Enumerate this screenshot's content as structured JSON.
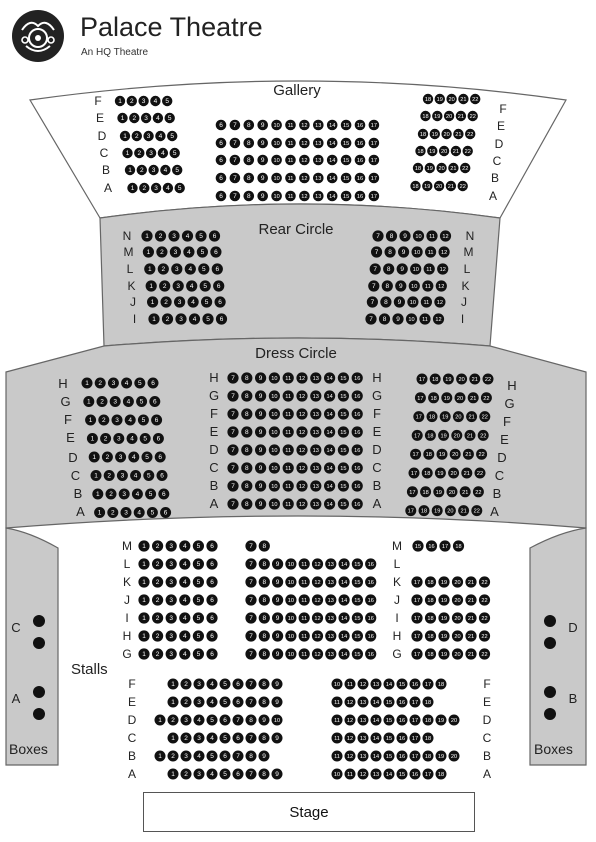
{
  "header": {
    "title": "Palace Theatre",
    "subtitle": "An HQ Theatre",
    "logo_icon": "palace-crest-icon"
  },
  "colors": {
    "gray_area": "#c9c9c9",
    "seat": "#111111",
    "seat_text": "#ffffff",
    "outline": "#666666"
  },
  "sections": {
    "gallery": "Gallery",
    "rear_circle": "Rear Circle",
    "dress_circle": "Dress Circle",
    "stalls": "Stalls",
    "boxes_left": "Boxes",
    "boxes_right": "Boxes",
    "stage": "Stage"
  },
  "boxes": {
    "left": [
      "C",
      "A"
    ],
    "right": [
      "D",
      "B"
    ]
  },
  "seating": {
    "gallery": {
      "left": {
        "A": [
          "1",
          "2",
          "3",
          "4",
          "5"
        ],
        "B": [
          "1",
          "2",
          "3",
          "4",
          "5"
        ],
        "C": [
          "1",
          "2",
          "3",
          "4",
          "5"
        ],
        "D": [
          "1",
          "2",
          "3",
          "4",
          "5"
        ],
        "E": [
          "1",
          "2",
          "3",
          "4",
          "5"
        ],
        "F": [
          "1",
          "2",
          "3",
          "4",
          "5"
        ]
      },
      "center": {
        "A": [
          "6",
          "7",
          "8",
          "9",
          "10",
          "11",
          "12",
          "13",
          "14",
          "15",
          "16",
          "17"
        ],
        "B": [
          "6",
          "7",
          "8",
          "9",
          "10",
          "11",
          "12",
          "13",
          "14",
          "15",
          "16",
          "17"
        ],
        "C": [
          "6",
          "7",
          "8",
          "9",
          "10",
          "11",
          "12",
          "13",
          "14",
          "15",
          "16",
          "17"
        ],
        "D": [
          "6",
          "7",
          "8",
          "9",
          "10",
          "11",
          "12",
          "13",
          "14",
          "15",
          "16",
          "17"
        ],
        "E": [
          "6",
          "7",
          "8",
          "9",
          "10",
          "11",
          "12",
          "13",
          "14",
          "15",
          "16",
          "17"
        ]
      },
      "right": {
        "A": [
          "18",
          "19",
          "20",
          "21",
          "22"
        ],
        "B": [
          "18",
          "19",
          "20",
          "21",
          "22"
        ],
        "C": [
          "18",
          "19",
          "20",
          "21",
          "22"
        ],
        "D": [
          "18",
          "19",
          "20",
          "21",
          "22"
        ],
        "E": [
          "18",
          "19",
          "20",
          "21",
          "22"
        ],
        "F": [
          "18",
          "19",
          "20",
          "21",
          "22"
        ]
      }
    },
    "rear_circle": {
      "left": {
        "I": [
          "1",
          "2",
          "3",
          "4",
          "5",
          "6"
        ],
        "J": [
          "1",
          "2",
          "3",
          "4",
          "5",
          "6"
        ],
        "K": [
          "1",
          "2",
          "3",
          "4",
          "5",
          "6"
        ],
        "L": [
          "1",
          "2",
          "3",
          "4",
          "5",
          "6"
        ],
        "M": [
          "1",
          "2",
          "3",
          "4",
          "5",
          "6"
        ],
        "N": [
          "1",
          "2",
          "3",
          "4",
          "5",
          "6"
        ]
      },
      "right": {
        "I": [
          "7",
          "8",
          "9",
          "10",
          "11",
          "12"
        ],
        "J": [
          "7",
          "8",
          "9",
          "10",
          "11",
          "12"
        ],
        "K": [
          "7",
          "8",
          "9",
          "10",
          "11",
          "12"
        ],
        "L": [
          "7",
          "8",
          "9",
          "10",
          "11",
          "12"
        ],
        "M": [
          "7",
          "8",
          "9",
          "10",
          "11",
          "12"
        ],
        "N": [
          "7",
          "8",
          "9",
          "10",
          "11",
          "12"
        ]
      }
    },
    "dress_circle": {
      "left": {
        "A": [
          "1",
          "2",
          "3",
          "4",
          "5",
          "6"
        ],
        "B": [
          "1",
          "2",
          "3",
          "4",
          "5",
          "6"
        ],
        "C": [
          "1",
          "2",
          "3",
          "4",
          "5",
          "6"
        ],
        "D": [
          "1",
          "2",
          "3",
          "4",
          "5",
          "6"
        ],
        "E": [
          "1",
          "2",
          "3",
          "4",
          "5",
          "6"
        ],
        "F": [
          "1",
          "2",
          "3",
          "4",
          "5",
          "6"
        ],
        "G": [
          "1",
          "2",
          "3",
          "4",
          "5",
          "6"
        ],
        "H": [
          "1",
          "2",
          "3",
          "4",
          "5",
          "6"
        ]
      },
      "center": {
        "A": [
          "7",
          "8",
          "9",
          "10",
          "11",
          "12",
          "13",
          "14",
          "15",
          "16"
        ],
        "B": [
          "7",
          "8",
          "9",
          "10",
          "11",
          "12",
          "13",
          "14",
          "15",
          "16"
        ],
        "C": [
          "7",
          "8",
          "9",
          "10",
          "11",
          "12",
          "13",
          "14",
          "15",
          "16"
        ],
        "D": [
          "7",
          "8",
          "9",
          "10",
          "11",
          "12",
          "13",
          "14",
          "15",
          "16"
        ],
        "E": [
          "7",
          "8",
          "9",
          "10",
          "11",
          "12",
          "13",
          "14",
          "15",
          "16"
        ],
        "F": [
          "7",
          "8",
          "9",
          "10",
          "11",
          "12",
          "13",
          "14",
          "15",
          "16"
        ],
        "G": [
          "7",
          "8",
          "9",
          "10",
          "11",
          "12",
          "13",
          "14",
          "15",
          "16"
        ],
        "H": [
          "7",
          "8",
          "9",
          "10",
          "11",
          "12",
          "13",
          "14",
          "15",
          "16"
        ]
      },
      "right": {
        "A": [
          "17",
          "18",
          "19",
          "20",
          "21",
          "22"
        ],
        "B": [
          "17",
          "18",
          "19",
          "20",
          "21",
          "22"
        ],
        "C": [
          "17",
          "18",
          "19",
          "20",
          "21",
          "22"
        ],
        "D": [
          "17",
          "18",
          "19",
          "20",
          "21",
          "22"
        ],
        "E": [
          "17",
          "18",
          "19",
          "20",
          "21",
          "22"
        ],
        "F": [
          "17",
          "18",
          "19",
          "20",
          "21",
          "22"
        ],
        "G": [
          "17",
          "18",
          "19",
          "20",
          "21",
          "22"
        ],
        "H": [
          "17",
          "18",
          "19",
          "20",
          "21",
          "22"
        ]
      }
    },
    "stalls_rear": {
      "left": {
        "G": [
          "1",
          "2",
          "3",
          "4",
          "5",
          "6"
        ],
        "H": [
          "1",
          "2",
          "3",
          "4",
          "5",
          "6"
        ],
        "I": [
          "1",
          "2",
          "3",
          "4",
          "5",
          "6"
        ],
        "J": [
          "1",
          "2",
          "3",
          "4",
          "5",
          "6"
        ],
        "K": [
          "1",
          "2",
          "3",
          "4",
          "5",
          "6"
        ],
        "L": [
          "1",
          "2",
          "3",
          "4",
          "5",
          "6"
        ],
        "M": [
          "1",
          "2",
          "3",
          "4",
          "5",
          "6"
        ]
      },
      "center": {
        "G": [
          "7",
          "8",
          "9",
          "10",
          "11",
          "12",
          "13",
          "14",
          "15",
          "16"
        ],
        "H": [
          "7",
          "8",
          "9",
          "10",
          "11",
          "12",
          "13",
          "14",
          "15",
          "16"
        ],
        "I": [
          "7",
          "8",
          "9",
          "10",
          "11",
          "12",
          "13",
          "14",
          "15",
          "16"
        ],
        "J": [
          "7",
          "8",
          "9",
          "10",
          "11",
          "12",
          "13",
          "14",
          "15",
          "16"
        ],
        "K": [
          "7",
          "8",
          "9",
          "10",
          "11",
          "12",
          "13",
          "14",
          "15",
          "16"
        ],
        "L": [
          "7",
          "8",
          "9",
          "10",
          "11",
          "12",
          "13",
          "14",
          "15",
          "16"
        ],
        "M": [
          "7",
          "8"
        ]
      },
      "right": {
        "G": [
          "17",
          "18",
          "19",
          "20",
          "21",
          "22"
        ],
        "H": [
          "17",
          "18",
          "19",
          "20",
          "21",
          "22"
        ],
        "I": [
          "17",
          "18",
          "19",
          "20",
          "21",
          "22"
        ],
        "J": [
          "17",
          "18",
          "19",
          "20",
          "21",
          "22"
        ],
        "K": [
          "17",
          "18",
          "19",
          "20",
          "21",
          "22"
        ],
        "M": [
          "15",
          "16",
          "17",
          "18"
        ]
      }
    },
    "stalls_front": {
      "left": {
        "A": [
          "1",
          "2",
          "3",
          "4",
          "5",
          "6",
          "7",
          "8",
          "9"
        ],
        "B": [
          "1",
          "2",
          "3",
          "4",
          "5",
          "6",
          "7",
          "8",
          "9"
        ],
        "C": [
          "1",
          "2",
          "3",
          "4",
          "5",
          "6",
          "7",
          "8",
          "9"
        ],
        "D": [
          "1",
          "2",
          "3",
          "4",
          "5",
          "6",
          "7",
          "8",
          "9",
          "10"
        ],
        "E": [
          "1",
          "2",
          "3",
          "4",
          "5",
          "6",
          "7",
          "8",
          "9"
        ],
        "F": [
          "1",
          "2",
          "3",
          "4",
          "5",
          "6",
          "7",
          "8",
          "9"
        ]
      },
      "right": {
        "A": [
          "10",
          "11",
          "12",
          "13",
          "14",
          "15",
          "16",
          "17",
          "18"
        ],
        "B": [
          "11",
          "12",
          "13",
          "14",
          "15",
          "16",
          "17",
          "18",
          "19",
          "20"
        ],
        "C": [
          "11",
          "12",
          "13",
          "14",
          "15",
          "16",
          "17",
          "18"
        ],
        "D": [
          "11",
          "12",
          "13",
          "14",
          "15",
          "16",
          "17",
          "18",
          "19",
          "20"
        ],
        "E": [
          "11",
          "12",
          "13",
          "14",
          "15",
          "16",
          "17",
          "18"
        ],
        "F": [
          "10",
          "11",
          "12",
          "13",
          "14",
          "15",
          "16",
          "17",
          "18"
        ]
      }
    }
  }
}
